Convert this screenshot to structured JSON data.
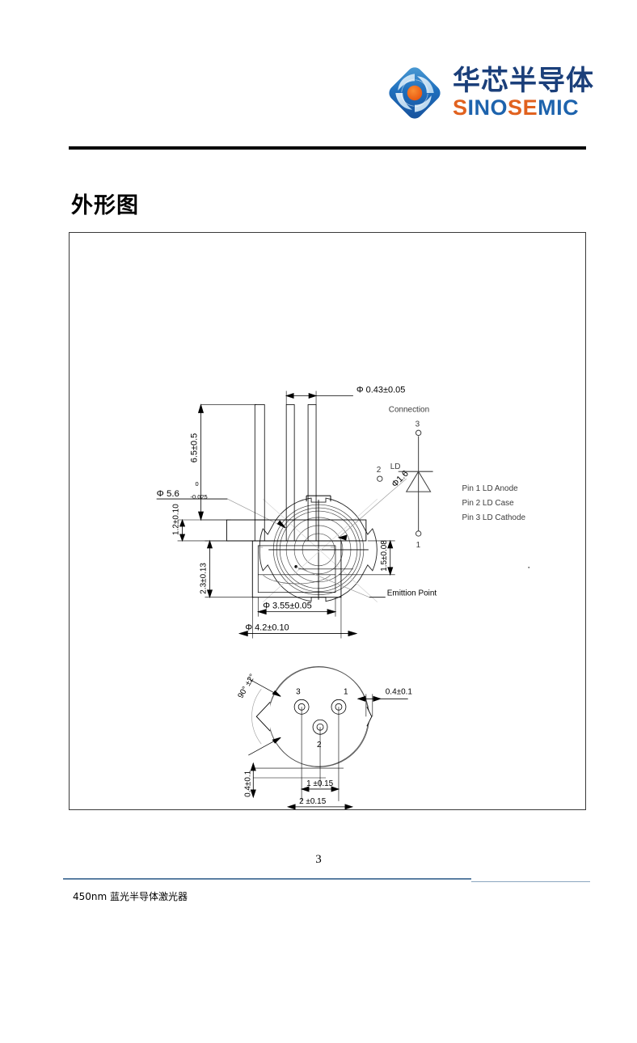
{
  "header": {
    "logo": {
      "mark_name": "sinosemic-pinwheel-logo",
      "chinese_name": "华芯半导体",
      "english_name": "SINOSEMIC",
      "english_letters": [
        {
          "ch": "S",
          "color": "orange"
        },
        {
          "ch": "I",
          "color": "blue"
        },
        {
          "ch": "N",
          "color": "blue"
        },
        {
          "ch": "O",
          "color": "blue"
        },
        {
          "ch": "S",
          "color": "orange"
        },
        {
          "ch": "E",
          "color": "orange"
        },
        {
          "ch": "M",
          "color": "blue"
        },
        {
          "ch": "I",
          "color": "blue"
        },
        {
          "ch": "C",
          "color": "blue"
        }
      ],
      "colors": {
        "brand_blue": "#1d63ad",
        "brand_dark_blue": "#1b3f7a",
        "brand_orange": "#e1621f"
      }
    }
  },
  "section": {
    "title": "外形图"
  },
  "drawing": {
    "top_view": {
      "labels": {
        "diameter_body": "Φ 5.6",
        "diameter_body_tol_upper": "0",
        "diameter_body_tol_lower": "-0.025",
        "diameter_aperture": "Φ1.6"
      }
    },
    "side_view": {
      "labels": {
        "pin_diameter": "Φ 0.43±0.05",
        "pin_length": "6.5±0.5",
        "flange_thickness": "1.2±0.10",
        "body_height": "2.3±0.13",
        "cap_height": "1.5±0.08",
        "diameter_cap": "Φ 3.55±0.05",
        "diameter_flange": "Φ 4.2±0.10",
        "emission_point": "Emittion Point"
      }
    },
    "connection": {
      "title": "Connection",
      "component_label": "LD",
      "pin_markers": [
        "3",
        "2",
        "1"
      ],
      "pin_list": [
        "Pin 1 LD Anode",
        "Pin 2 LD Case",
        "Pin 3 LD Cathode"
      ]
    },
    "bottom_view": {
      "labels": {
        "key_angle": "90° ±2°",
        "key_width": "0.4±0.1",
        "pin_diameter": "0.4±0.1",
        "pin_spacing_inner": "1 ±0.15",
        "pin_spacing_outer": "2 ±0.15"
      },
      "pin_numbers": [
        "3",
        "1",
        "2"
      ]
    }
  },
  "footer": {
    "page_number": "3",
    "document_title": "450nm 蓝光半导体激光器"
  }
}
